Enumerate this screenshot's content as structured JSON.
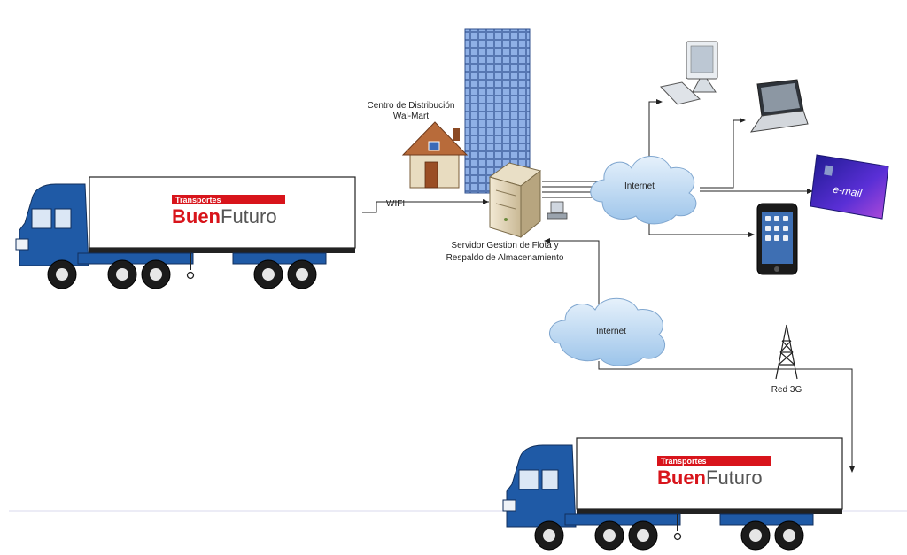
{
  "labels": {
    "distribution_center": [
      "Centro de Distribución",
      "Wal-Mart"
    ],
    "server": [
      "Servidor Gestion de Flota y",
      "Respaldo de Almacenamiento"
    ],
    "wifi": "WIFI",
    "internet_top": "Internet",
    "internet_bottom": "Internet",
    "red3g": "Red 3G",
    "email": "e-mail"
  },
  "trucks": [
    {
      "brand_top": "Transportes",
      "brand_buen": "Buen",
      "brand_futuro": "Futuro"
    },
    {
      "brand_top": "Transportes",
      "brand_buen": "Buen",
      "brand_futuro": "Futuro"
    }
  ],
  "colors": {
    "truck_cab": "#1f5aa6",
    "brand_red": "#d8141b",
    "cloud": "#bcd8f2",
    "building": "#8fb0e6",
    "email_card": "#4a2bd1"
  }
}
